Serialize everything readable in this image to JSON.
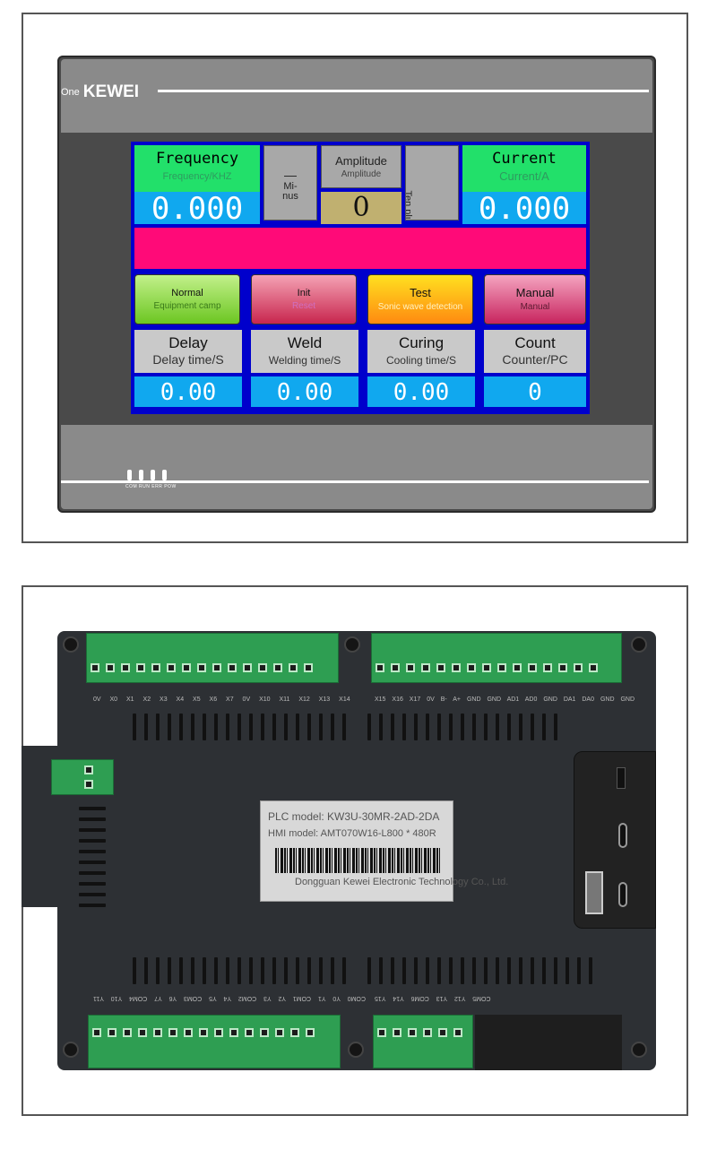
{
  "device": {
    "logo_prefix": "One",
    "logo_brand": "KEWEI",
    "led_labels": "COM RUN ERR POW"
  },
  "screen": {
    "frequency": {
      "title": "Frequency",
      "subtitle": "Frequency/KHZ",
      "value": "0.000"
    },
    "minus_button": {
      "symbol": "—",
      "label": "Mi-\nnus"
    },
    "amplitude": {
      "title": "Amplitude",
      "subtitle": "Amplitude",
      "value": "0"
    },
    "ten_plus_button": {
      "label": "Ten plus"
    },
    "current": {
      "title": "Current",
      "subtitle": "Current/A",
      "value": "0.000"
    },
    "modes": [
      {
        "title": "Normal",
        "subtitle": "Equipment camp"
      },
      {
        "title": "Init",
        "subtitle": "Reset"
      },
      {
        "title": "Test",
        "subtitle": "Sonic wave detection"
      },
      {
        "title": "Manual",
        "subtitle": "Manual"
      }
    ],
    "params": [
      {
        "title": "Delay",
        "subtitle": "Delay time/S",
        "value": "0.00"
      },
      {
        "title": "Weld",
        "subtitle": "Welding time/S",
        "value": "0.00"
      },
      {
        "title": "Curing",
        "subtitle": "Cooling time/S",
        "value": "0.00"
      },
      {
        "title": "Count",
        "subtitle": "Counter/PC",
        "value": "0"
      }
    ]
  },
  "plc_back": {
    "top_left_pins": "0V X0 X1 X2 X3 X4 X5 X6 X7 0V X10 X11 X12 X13 X14",
    "top_right_pins": "X15 X16 X17 0V B- A+ GND GND AD1 AD0 GND DA1 DA0 GND GND",
    "bottom_left_pins": "COM0 Y0 Y1 COM1 Y2 Y3 COM2 Y4 Y5 COM3 Y6 Y7 COM4 Y10 Y11",
    "bottom_right_pins": "COM5 Y12 Y13 COM6 Y14 Y15",
    "label": {
      "plc_model": "PLC model: KW3U-30MR-2AD-2DA",
      "hmi_model": "HMI model: AMT070W16-L800 * 480R",
      "company": "Dongguan Kewei Electronic Technology Co., Ltd."
    }
  },
  "colors": {
    "screen_bg": "#0000cc",
    "header_green": "#22e06a",
    "value_blue": "#10a8ef",
    "pink_bar": "#ff0a78",
    "normal_btn": "#8ee03a",
    "init_btn": "#e0537a",
    "test_btn": "#ffa21a",
    "manual_btn": "#e04a80",
    "terminal_green": "#2e9e52"
  }
}
